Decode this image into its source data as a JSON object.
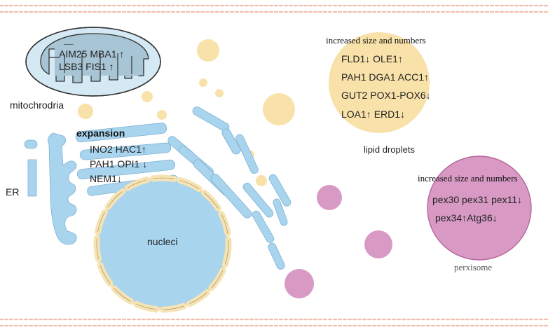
{
  "mitochondria": {
    "label": "mitochrodria",
    "genes_row1": "AIM25  MBA1 ↑",
    "genes_row2": "LSB3    FIS1 ↑"
  },
  "er": {
    "label": "ER",
    "expansion_title": "expansion",
    "genes_row1": "INO2   HAC1↑",
    "genes_row2": "PAH1  OPI1 ↓",
    "genes_row3": "NEM1↓"
  },
  "nucleus": {
    "label": "nucleci"
  },
  "lipid_droplets": {
    "header": "increased size and numbers",
    "row1": "FLD1↓  OLE1↑",
    "row2": "PAH1  DGA1   ACC1↑",
    "row3": "GUT2   POX1-POX6↓",
    "row4": "LOA1↑  ERD1↓",
    "label": "lipid droplets"
  },
  "peroxisome": {
    "header": "increased size and numbers",
    "row1": "pex30  pex31  pex11↓",
    "row2": "pex34↑Atg36↓",
    "label": "perxisome"
  },
  "colors": {
    "membrane_pink": "#f2c9bd",
    "er_blue": "#a9d4ee",
    "er_stroke": "#6fa4c8",
    "mito_fill": "#d5e9f4",
    "mito_inner": "#a8c5d6",
    "nucleus_fill": "#a9d4ee",
    "nuclear_pore": "#f7e3b2",
    "lipid_yellow": "#f9e2a9",
    "perox_pink": "#d89ac4",
    "perox_stroke": "#b5679b"
  }
}
